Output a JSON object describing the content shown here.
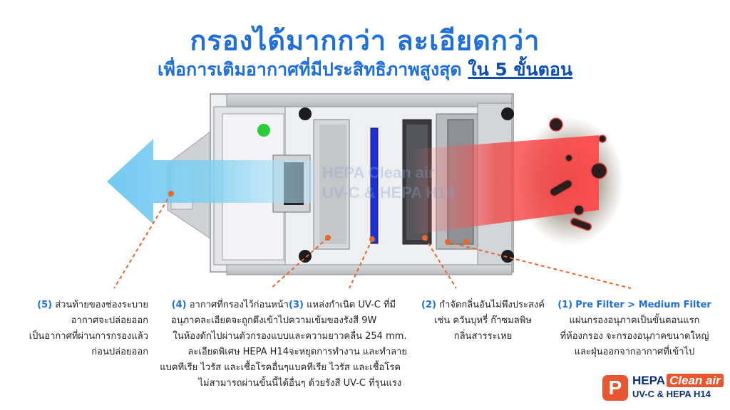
{
  "header": {
    "title": "กรองได้มากกว่า ละเอียดกว่า",
    "subtitle_main": "เพื่อการเติมอากาศที่มีประสิทธิภาพสูงสุด ",
    "subtitle_highlight": "ใน 5 ขั้นตอน"
  },
  "watermark": {
    "line1": "HEPA Clean air",
    "line2": "UV-C & HEPA H14"
  },
  "steps": [
    {
      "num": "(5)",
      "lines": [
        "ส่วนท้ายของช่องระบาย",
        "อากาศจะปล่อยออก",
        "เป็นอากาศที่ผ่านการกรองแล้ว",
        "ก่อนปล่อยออก"
      ]
    },
    {
      "num": "(4)",
      "lines": [
        "อากาศที่กรองไว้ก่อนหน้า",
        "อนุภาคละเอียดจะถูกดึงเข้าไป",
        "ในห้องดักไปผ่านตัวกรองแบบ",
        "ละเอียดพิเศษ HEPA H14",
        "แบคทีเรีย ไวรัส และเชื้อโรคอื่นๆ",
        "ไม่สามารถผ่านขั้นนี้ได้"
      ]
    },
    {
      "num": "(3)",
      "lines": [
        "แหล่งกำเนิด UV-C ที่มี",
        "ความเข้มของรังสี 9W",
        "และความยาวคลื่น 254 mm.",
        "จะหยุดการทำงาน และทำลาย",
        "แบคทีเรีย ไวรัส และเชื้อโรค",
        "อื่นๆ ด้วยรังสี UV-C ที่รุนแรง"
      ]
    },
    {
      "num": "(2)",
      "lines": [
        "กำจัดกลิ่นอันไม่พึงประสงค์",
        "เช่น ควันบุหรี่ ก๊าซมลพิษ",
        "กลิ่นสารระเหย"
      ]
    },
    {
      "num": "(1)",
      "title": "Pre Filter > Medium Filter",
      "lines": [
        "แผ่นกรองอนุภาคเป็นขั้นตอนแรก",
        "ที่ห้องกรอง จะกรองอนุภาคขนาดใหญ่",
        "และฝุ่นออกจากอากาศที่เข้าไป"
      ]
    }
  ],
  "logo": {
    "mark": "P",
    "brand": "HEPA",
    "brand_sub": "Clean air",
    "tagline": "UV-C & HEPA H14"
  },
  "colors": {
    "title_blue": "#1e6fd9",
    "dashed_orange": "#e8662a",
    "uv_blue": "#1a2fe0",
    "red_beam": "#e83a3a",
    "blue_arrow": "#6cc6ef",
    "indicator_green": "#2ecc3a"
  }
}
